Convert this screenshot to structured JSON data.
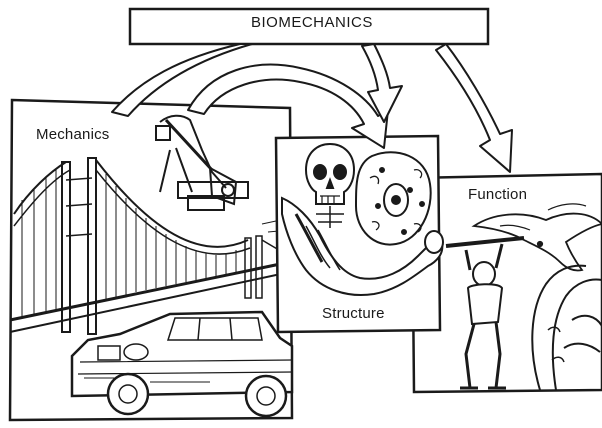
{
  "diagram": {
    "title": "BIOMECHANICS",
    "panels": [
      {
        "label": "Mechanics",
        "icons": [
          "pump-jack-icon",
          "suspension-bridge-icon",
          "car-icon"
        ]
      },
      {
        "label": "Structure",
        "icons": [
          "skull-icon",
          "cell-icon",
          "flexed-arm-icon"
        ]
      },
      {
        "label": "Function",
        "icons": [
          "bird-icon",
          "weightlifter-icon",
          "giraffe-icon"
        ]
      }
    ],
    "arrows": [
      "title-to-mechanics",
      "title-to-structure",
      "title-to-function",
      "mechanics-to-structure"
    ],
    "colors": {
      "ink": "#1a1a1a",
      "background": "#ffffff"
    }
  }
}
